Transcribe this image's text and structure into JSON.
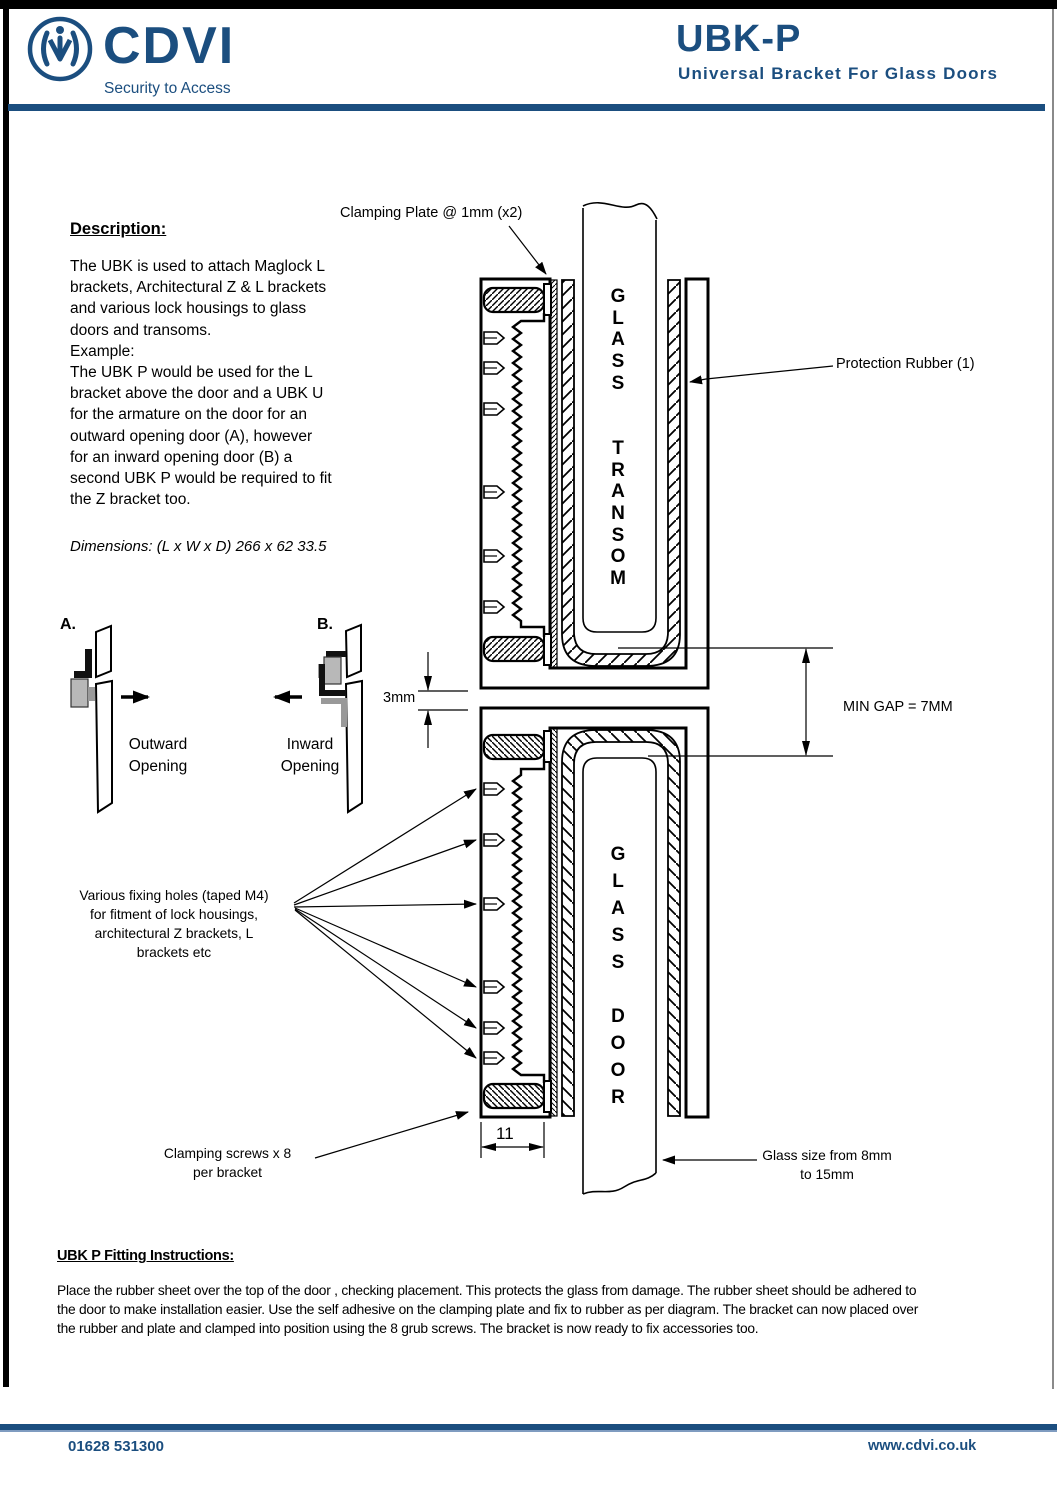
{
  "header": {
    "logo_text": "CDVI",
    "tagline": "Security to Access",
    "product": "UBK-P",
    "subtitle": "Universal Bracket For Glass Doors"
  },
  "description": {
    "heading": "Description:",
    "body": "The UBK is used to attach Maglock L\nbrackets, Architectural Z & L brackets\nand various lock housings to glass\ndoors and transoms.\nExample:\nThe UBK P would be used for the L\nbracket above the door and a UBK U\nfor the armature on the door for an\noutward opening door (A), however\nfor an inward opening door (B) a\nsecond UBK P would be required to fit\nthe Z bracket too.",
    "dimensions": "Dimensions: (L x W x D) 266 x 62 33.5"
  },
  "diagram": {
    "clamping_plate_label": "Clamping Plate @ 1mm (x2)",
    "protection_rubber_label": "Protection Rubber (1)",
    "min_gap_label": "MIN GAP = 7MM",
    "gap_3mm_label": "3mm",
    "width_11_label": "11",
    "fixing_holes_label": "Various fixing holes (taped M4)\nfor fitment of lock housings,\narchitectural Z brackets, L\nbrackets etc",
    "clamping_screws_label": "Clamping screws x 8\nper bracket",
    "glass_size_label": "Glass size from 8mm\nto 15mm",
    "glass_transom_text": "G\nL\nA\nS\nS\n\n\nT\nR\nA\nN\nS\nO\nM",
    "glass_door_text": "G\nL\nA\nS\nS\n\nD\nO\nO\nR",
    "label_a": "A.",
    "label_b": "B.",
    "outward_label": "Outward\nOpening",
    "inward_label": "Inward\nOpening"
  },
  "instructions": {
    "heading": "UBK P Fitting Instructions:",
    "body": "Place the rubber sheet over the top of the door , checking placement. This protects the glass from damage. The rubber sheet should be adhered to\nthe door to make installation easier. Use the self adhesive on the clamping plate and fix to rubber as per diagram. The bracket can now placed over\nthe rubber and plate and clamped into position using the 8 grub screws. The bracket is now ready to fix accessories too."
  },
  "footer": {
    "phone": "01628 531300",
    "website": "www.cdvi.co.uk"
  },
  "colors": {
    "brand_blue": "#1b4e7f",
    "line_black": "#000000"
  }
}
